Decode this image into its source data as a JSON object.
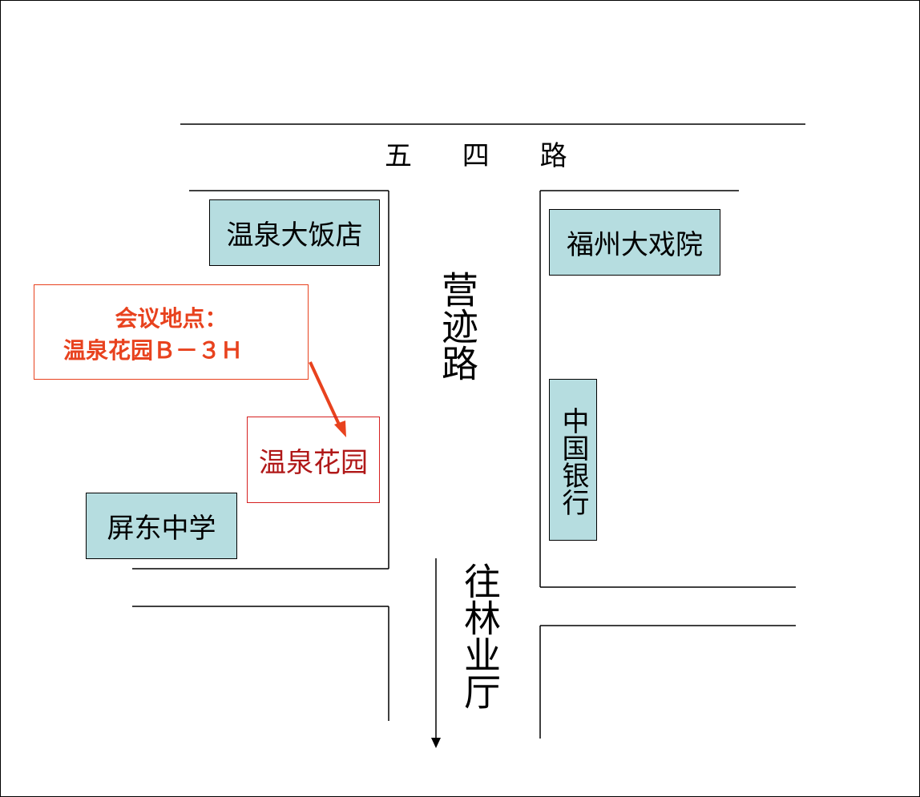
{
  "roads": {
    "top": "五 四 路",
    "main": "营迹路",
    "direction": "往林业厅"
  },
  "places": {
    "hotel": "温泉大饭店",
    "theater": "福州大戏院",
    "school": "屏东中学",
    "bank": "中国银行"
  },
  "venue": {
    "line1": "会议地点：",
    "line2": "温泉花园Ｂ－３Ｈ",
    "target": "温泉花园"
  },
  "colors": {
    "place_fill": "#b6dde0",
    "venue_text": "#e8421e",
    "target_text": "#b01818",
    "arrow": "#e8421e"
  }
}
